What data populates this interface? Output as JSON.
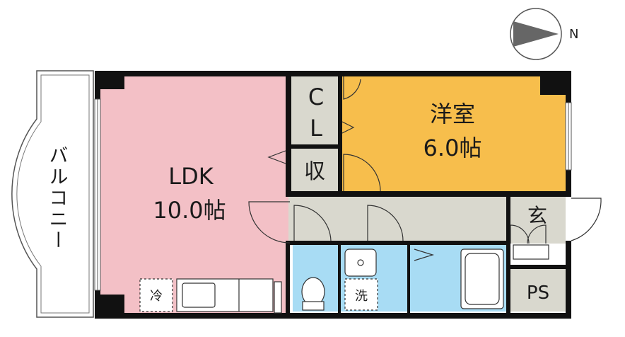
{
  "compass": {
    "label": "N"
  },
  "balcony": {
    "label": "バルコニー"
  },
  "ldk": {
    "name": "LDK",
    "size": "10.0帖"
  },
  "bedroom": {
    "name": "洋室",
    "size": "6.0帖"
  },
  "closet": {
    "line1": "C",
    "line2": "L"
  },
  "storage": {
    "label": "収"
  },
  "entrance": {
    "label": "玄"
  },
  "fridge": {
    "label": "冷"
  },
  "washer": {
    "label": "洗"
  },
  "pipe_space": {
    "label": "PS"
  },
  "colors": {
    "ldk": "#F3C0C6",
    "bedroom": "#F7BE4C",
    "hallway": "#D9D8CE",
    "wet_area": "#A8DCF4",
    "wall": "#111111"
  }
}
